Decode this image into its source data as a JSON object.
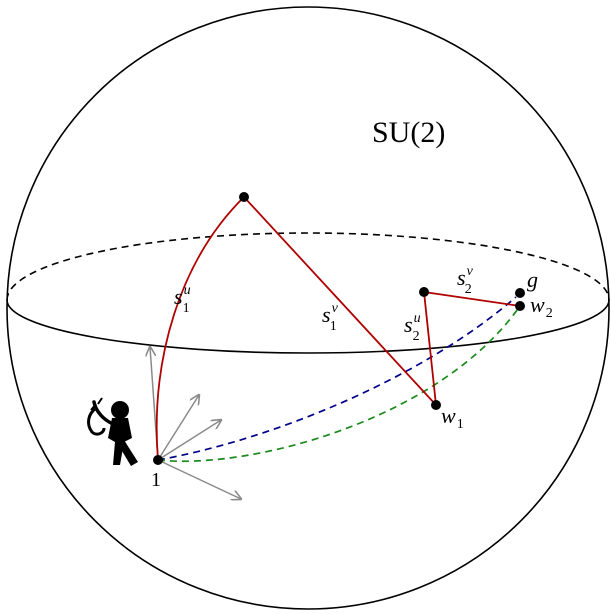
{
  "diagram": {
    "title": "SU(2)",
    "labels": {
      "s1u": {
        "base": "s",
        "sub": "1",
        "sup": "u"
      },
      "s1v": {
        "base": "s",
        "sub": "1",
        "sup": "v"
      },
      "s2u": {
        "base": "s",
        "sub": "2",
        "sup": "u"
      },
      "s2v": {
        "base": "s",
        "sub": "2",
        "sup": "v"
      },
      "origin": "1",
      "w1": {
        "base": "w",
        "sub": "1"
      },
      "w2": {
        "base": "w",
        "sub": "2"
      },
      "goal": "g"
    },
    "icons": [
      "golfer-icon"
    ],
    "colors": {
      "sphere": "#000000",
      "path_red": "#b00000",
      "path_blue": "#00008b",
      "path_green": "#1a8a1a",
      "arrows": "#8a8a8a",
      "points": "#000000"
    }
  }
}
